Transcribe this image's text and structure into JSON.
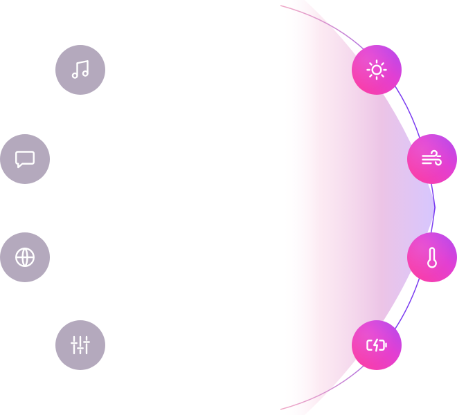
{
  "colors": {
    "inactive_button": "#b4a9bd",
    "active_gradient_start": "#ff3e9e",
    "active_gradient_end": "#b04cf2",
    "arc_stroke": "#7b3cf0",
    "arc_fill_end": "#d6c6ff",
    "icon": "#ffffff"
  },
  "left_controls": [
    {
      "icon": "music-note-icon",
      "state": "inactive"
    },
    {
      "icon": "chat-bubble-icon",
      "state": "inactive"
    },
    {
      "icon": "globe-icon",
      "state": "inactive"
    },
    {
      "icon": "sliders-icon",
      "state": "inactive"
    }
  ],
  "right_controls": [
    {
      "icon": "sun-icon",
      "state": "active"
    },
    {
      "icon": "wind-icon",
      "state": "active"
    },
    {
      "icon": "thermometer-icon",
      "state": "active"
    },
    {
      "icon": "battery-charging-icon",
      "state": "active"
    }
  ]
}
